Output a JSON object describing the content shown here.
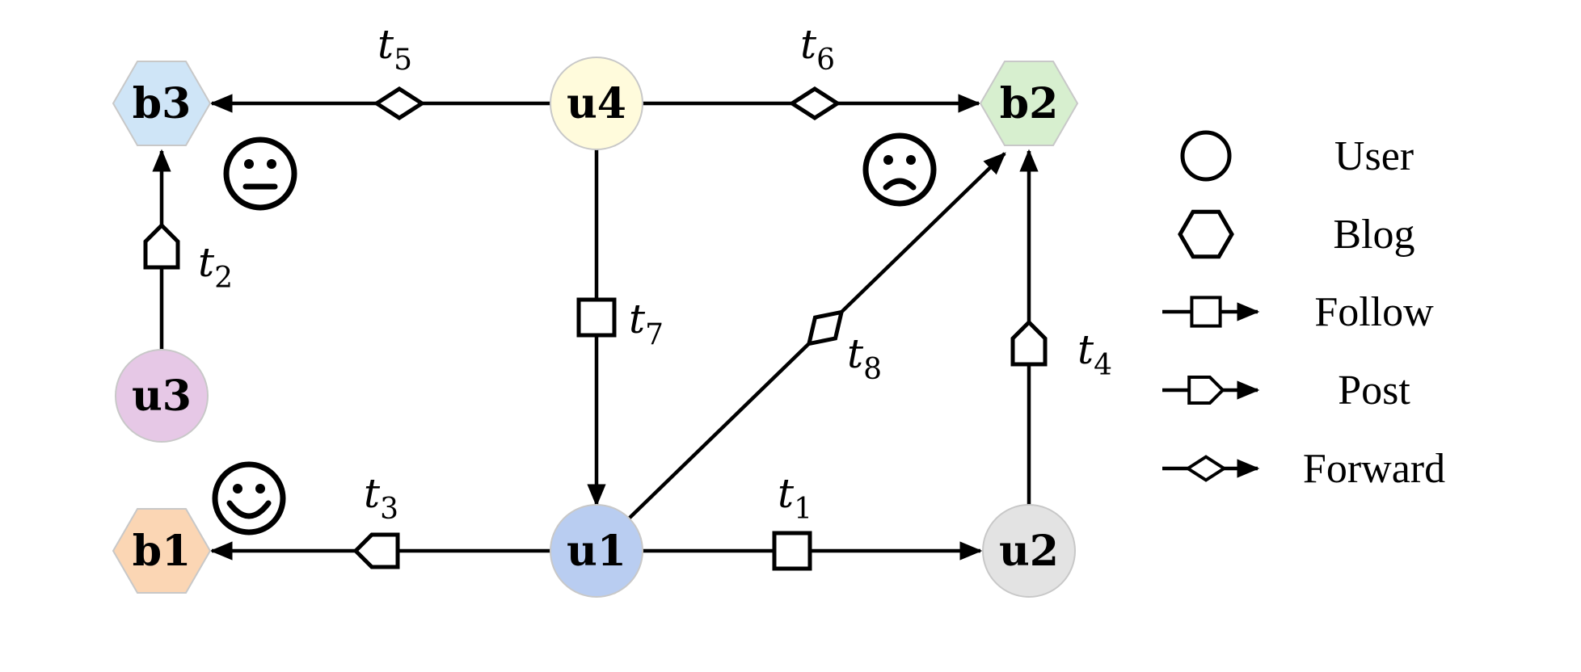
{
  "nodes": [
    {
      "id": "b3",
      "label": "b3",
      "type": "blog",
      "color": "#cfe5f7"
    },
    {
      "id": "u4",
      "label": "u4",
      "type": "user",
      "color": "#fffbdc"
    },
    {
      "id": "b2",
      "label": "b2",
      "type": "blog",
      "color": "#d7efcf"
    },
    {
      "id": "u3",
      "label": "u3",
      "type": "user",
      "color": "#e6c8e6"
    },
    {
      "id": "b1",
      "label": "b1",
      "type": "blog",
      "color": "#fbd6b4"
    },
    {
      "id": "u1",
      "label": "u1",
      "type": "user",
      "color": "#b9cdf1"
    },
    {
      "id": "u2",
      "label": "u2",
      "type": "user",
      "color": "#e3e3e3"
    }
  ],
  "edges": [
    {
      "id": "t1",
      "letter": "t",
      "sub": "1",
      "relation": "Follow",
      "from": "u1",
      "to": "u2"
    },
    {
      "id": "t2",
      "letter": "t",
      "sub": "2",
      "relation": "Post",
      "from": "u3",
      "to": "b3"
    },
    {
      "id": "t3",
      "letter": "t",
      "sub": "3",
      "relation": "Post",
      "from": "u1",
      "to": "b1"
    },
    {
      "id": "t4",
      "letter": "t",
      "sub": "4",
      "relation": "Post",
      "from": "u2",
      "to": "b2"
    },
    {
      "id": "t5",
      "letter": "t",
      "sub": "5",
      "relation": "Forward",
      "from": "u4",
      "to": "b3"
    },
    {
      "id": "t6",
      "letter": "t",
      "sub": "6",
      "relation": "Forward",
      "from": "u4",
      "to": "b2"
    },
    {
      "id": "t7",
      "letter": "t",
      "sub": "7",
      "relation": "Follow",
      "from": "u4",
      "to": "u1"
    },
    {
      "id": "t8",
      "letter": "t",
      "sub": "8",
      "relation": "Forward",
      "from": "u1",
      "to": "b2"
    }
  ],
  "sentiments": [
    {
      "id": "b3-emoji",
      "mood": "neutral"
    },
    {
      "id": "b2-emoji",
      "mood": "sad"
    },
    {
      "id": "b1-emoji",
      "mood": "happy"
    }
  ],
  "legend": {
    "user": "User",
    "blog": "Blog",
    "follow": "Follow",
    "post": "Post",
    "forward": "Forward"
  }
}
